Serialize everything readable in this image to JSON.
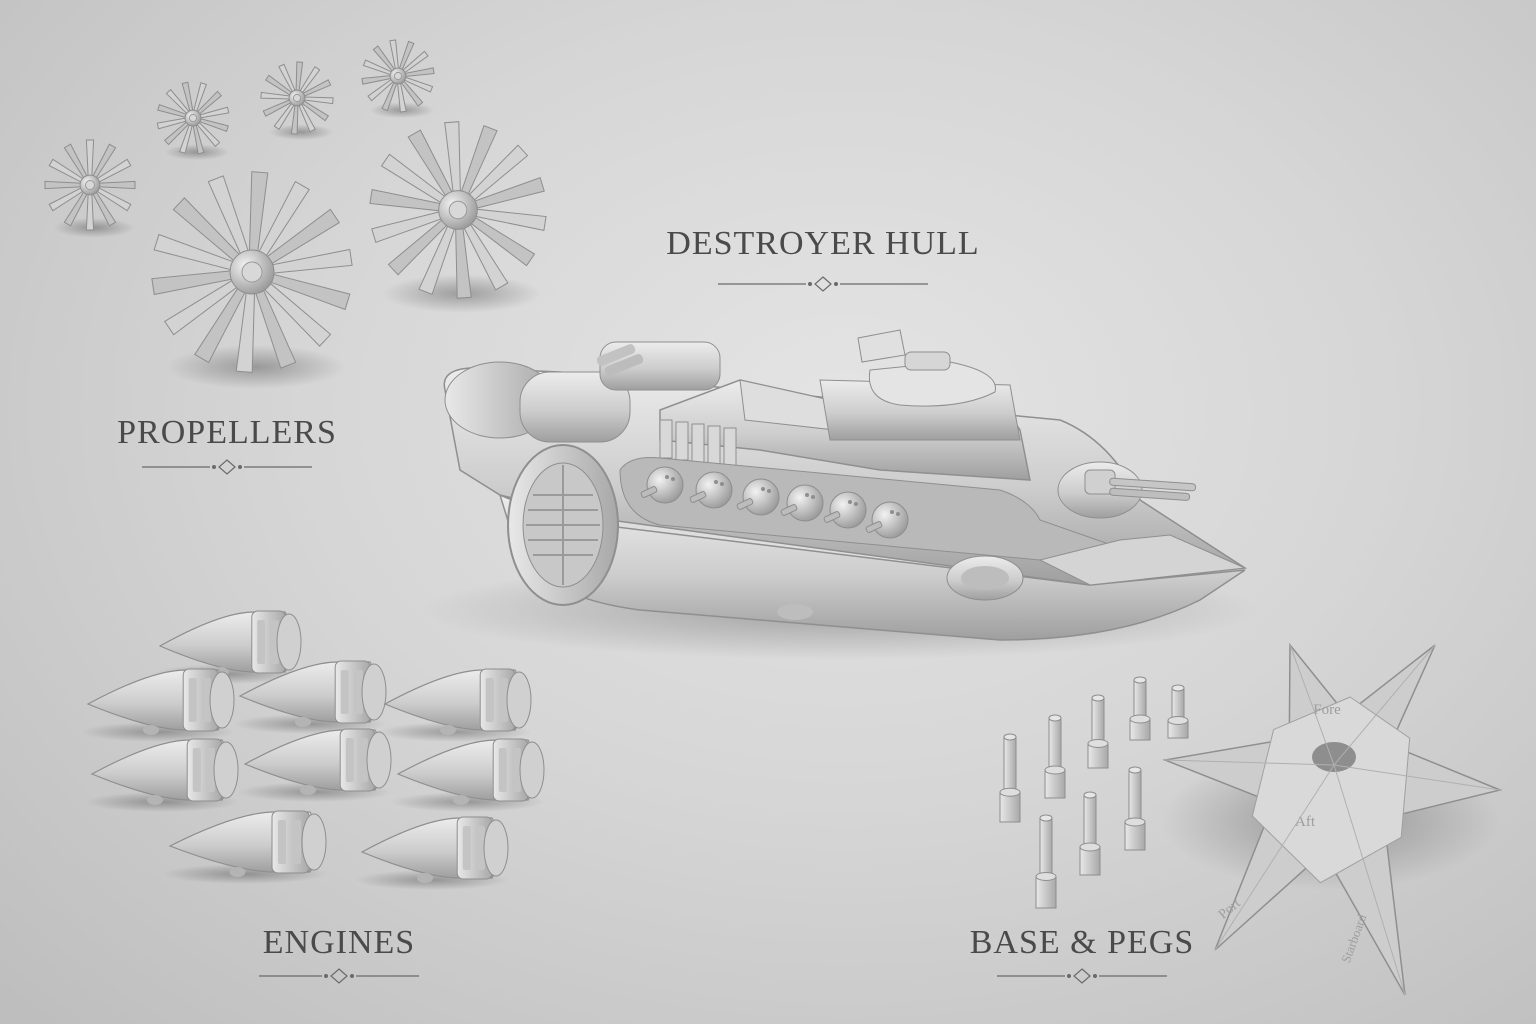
{
  "labels": {
    "destroyer_hull": "DESTROYER HULL",
    "propellers": "PROPELLERS",
    "engines": "ENGINES",
    "base_pegs": "BASE & PEGS"
  },
  "base_engravings": {
    "fore": "Fore",
    "aft": "Aft",
    "port": "Port",
    "starboard": "Starboard"
  },
  "colors": {
    "part": "#cfcfcf",
    "part_light": "#eaeaea",
    "part_shadow": "#9d9d9d",
    "text": "#4a4a4a"
  }
}
